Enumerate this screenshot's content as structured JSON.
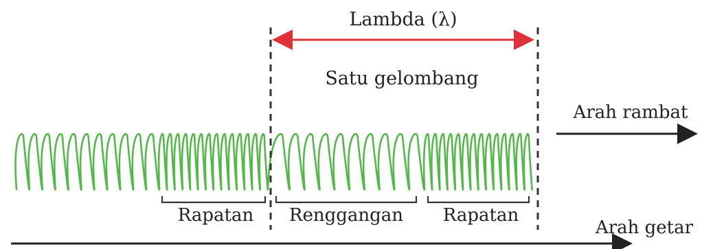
{
  "labels": {
    "lambda": "Lambda (λ)",
    "one_wave": "Satu gelombang",
    "direction_propagation": "Arah rambat",
    "direction_vibration": "Arah getar",
    "compression_left": "Rapatan",
    "rarefaction": "Renggangan",
    "compression_right": "Rapatan"
  },
  "colors": {
    "spring": "#52b948",
    "lambda_arrow": "#e0303a",
    "text": "#222222",
    "guide_lines": "#333333"
  }
}
